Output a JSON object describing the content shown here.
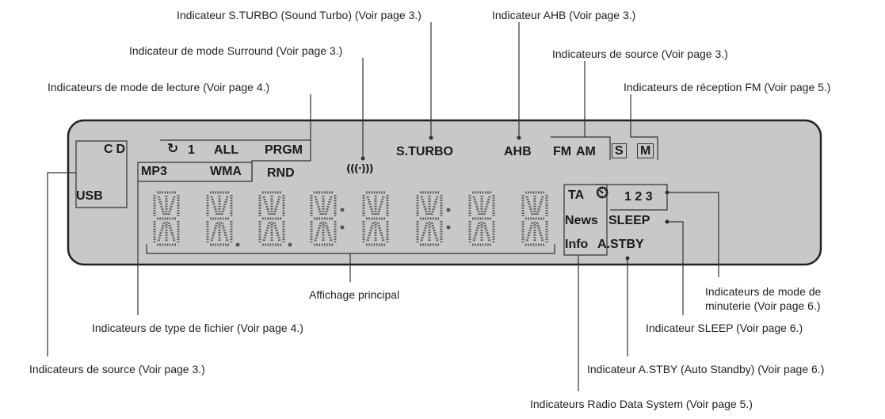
{
  "callouts": {
    "sturbo": "Indicateur S.TURBO (Sound Turbo) (Voir page 3.)",
    "ahb": "Indicateur AHB (Voir page 3.)",
    "surround": "Indicateur de mode Surround (Voir page 3.)",
    "source_top": "Indicateurs de source (Voir page 3.)",
    "play_mode": "Indicateurs de mode de lecture (Voir page 4.)",
    "fm_reception": "Indicateurs de réception FM (Voir page 5.)",
    "main_display": "Affichage principal",
    "timer_mode_line1": "Indicateurs de mode de",
    "timer_mode_line2": "minuterie (Voir page 6.)",
    "file_type": "Indicateurs de type de fichier (Voir page 4.)",
    "sleep": "Indicateur SLEEP (Voir page 6.)",
    "source_bottom": "Indicateurs de source (Voir page 3.)",
    "astby": "Indicateur A.STBY (Auto Standby) (Voir page 6.)",
    "rds": "Indicateurs Radio Data System (Voir page 5.)"
  },
  "lcd": {
    "cd": "CD",
    "usb": "USB",
    "repeat_one": "1",
    "all": "ALL",
    "prgm": "PRGM",
    "mp3": "MP3",
    "wma": "WMA",
    "rnd": "RND",
    "sturbo": "S.TURBO",
    "ahb": "AHB",
    "fm": "FM",
    "am": "AM",
    "stereo": "S",
    "mono": "M",
    "ta": "TA",
    "news": "News",
    "info": "Info",
    "timer_digits": "1 2 3",
    "sleep": "SLEEP",
    "astby": "A.STBY"
  },
  "icons": {
    "repeat": "repeat-icon",
    "surround": "surround-icon",
    "timer": "timer-clock-icon"
  },
  "colors": {
    "lcd_background": "#c8c8c8",
    "lcd_segment": "#1a1a1a",
    "leader_line": "#333333",
    "label_text": "#222222"
  }
}
